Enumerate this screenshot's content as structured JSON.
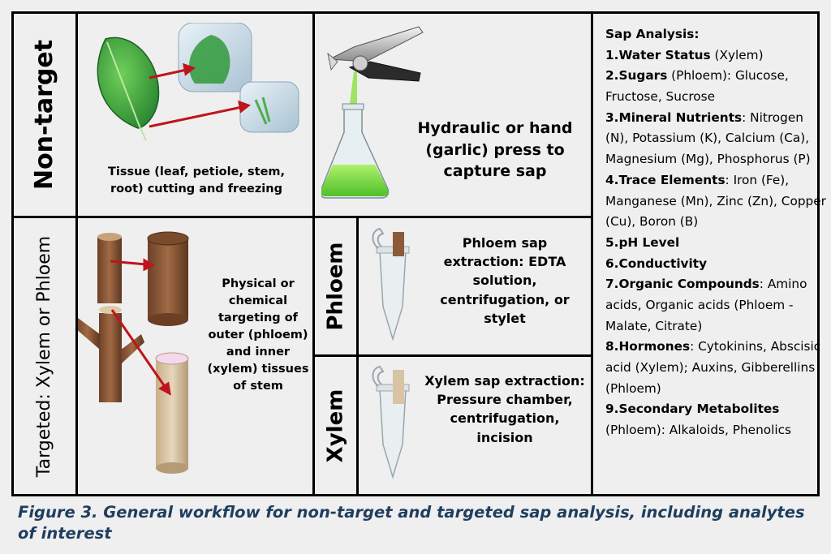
{
  "sections": {
    "non_target": "Non-target",
    "targeted": "Targeted: Xylem or Phloem",
    "phloem": "Phloem",
    "xylem": "Xylem"
  },
  "captions": {
    "tissue_freezing": "Tissue (leaf, petiole, stem, root) cutting and freezing",
    "press": "Hydraulic or hand (garlic) press to capture sap",
    "stem_targeting": "Physical or chemical targeting of outer (phloem) and inner (xylem) tissues of stem",
    "phloem_extraction": "Phloem sap extraction: EDTA solution, centrifugation, or stylet",
    "xylem_extraction": "Xylem sap extraction: Pressure chamber, centrifugation, incision"
  },
  "sap_analysis": {
    "title": "Sap Analysis:",
    "items": [
      {
        "number": "1.",
        "head": "Water Status",
        "text": " (Xylem)"
      },
      {
        "number": "2.",
        "head": "Sugars",
        "text": " (Phloem): Glucose, Fructose, Sucrose"
      },
      {
        "number": "3.",
        "head": "Mineral Nutrients",
        "text": ": Nitrogen (N), Potassium (K), Calcium (Ca), Magnesium (Mg), Phosphorus (P)"
      },
      {
        "number": "4.",
        "head": "Trace Elements",
        "text": ": Iron (Fe), Manganese (Mn), Zinc (Zn), Copper (Cu), Boron (B)"
      },
      {
        "number": "5.",
        "head": "pH Level",
        "text": ""
      },
      {
        "number": "6.",
        "head": "Conductivity",
        "text": ""
      },
      {
        "number": "7.",
        "head": "Organic Compounds",
        "text": ": Amino acids, Organic acids (Phloem - Malate, Citrate)"
      },
      {
        "number": "8.",
        "head": "Hormones",
        "text": ": Cytokinins, Abscisic acid (Xylem); Auxins, Gibberellins (Phloem)"
      },
      {
        "number": "9.",
        "head": "Secondary Metabolites",
        "text": " (Phloem): Alkaloids, Phenolics"
      }
    ]
  },
  "figure_caption": "Figure 3. General workflow for non-target and targeted sap analysis, including analytes of interest",
  "colors": {
    "arrow": "#c0141c",
    "leaf": "#3aa33a",
    "ice": "#c9dbe6",
    "green_liquid": "#7fe03a",
    "bark": "#8a5a3b",
    "wood_light": "#d8c4a4",
    "caption_text": "#1f3e5f"
  }
}
